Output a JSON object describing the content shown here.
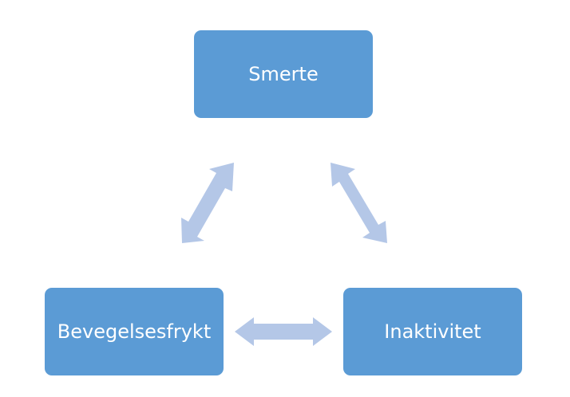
{
  "nodes": {
    "top": {
      "label": "Smerte"
    },
    "left": {
      "label": "Bevegelsesfrykt"
    },
    "right": {
      "label": "Inaktivitet"
    }
  },
  "colors": {
    "node_fill": "#5b9bd5",
    "node_text": "#ffffff",
    "arrow_fill": "#b4c7e7"
  },
  "edges": [
    {
      "from": "top",
      "to": "left",
      "type": "bidirectional"
    },
    {
      "from": "top",
      "to": "right",
      "type": "bidirectional"
    },
    {
      "from": "left",
      "to": "right",
      "type": "bidirectional"
    }
  ]
}
